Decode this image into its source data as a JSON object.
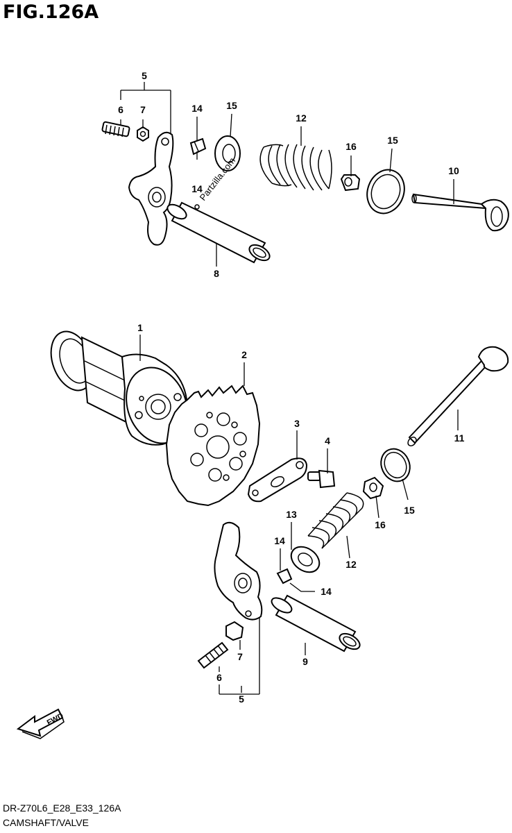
{
  "figure_title": "FIG.126A",
  "footer": {
    "model_code": "DR-Z70L6_E28_E33_126A",
    "section_name": "CAMSHAFT/VALVE"
  },
  "watermark": "Partzilla.com",
  "fwd_arrow_label": "FWD",
  "part_labels": {
    "p1": "1",
    "p2": "2",
    "p3": "3",
    "p4": "4",
    "p5_top": "5",
    "p6_top": "6",
    "p7_top": "7",
    "p8": "8",
    "p10": "10",
    "p12_top": "12",
    "p14_top_a": "14",
    "p14_top_b": "14",
    "p15_top_a": "15",
    "p15_top_b": "15",
    "p16_top": "16",
    "p11": "11",
    "p15_bot": "15",
    "p16_bot": "16",
    "p13": "13",
    "p14_bot_a": "14",
    "p12_bot": "12",
    "p14_bot_b": "14",
    "p9": "9",
    "p7_bot": "7",
    "p6_bot": "6",
    "p5_bot": "5"
  }
}
